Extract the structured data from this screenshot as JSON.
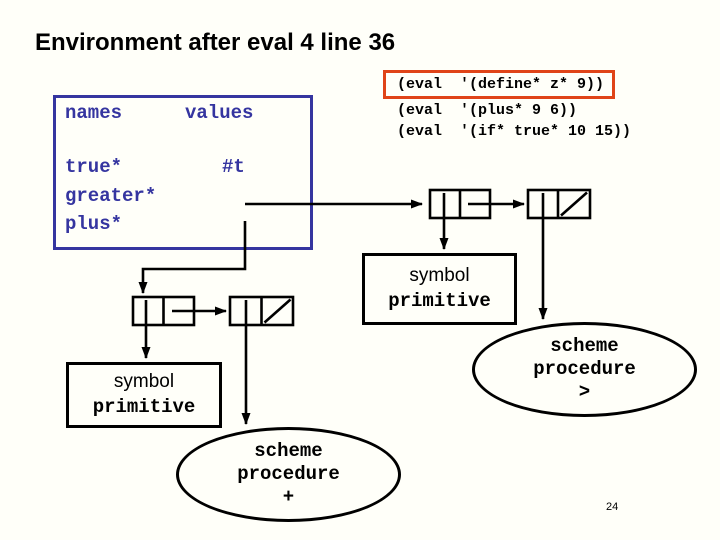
{
  "slide": {
    "title": "Environment after eval 4 line 36",
    "page_number": "24"
  },
  "code_panel": {
    "line1": "(eval  '(define* z* 9))",
    "line2": "(eval  '(plus* 9 6))",
    "line3": "(eval  '(if* true* 10 15))"
  },
  "env_table": {
    "header_names": "names",
    "header_values": "values",
    "rows": [
      {
        "name": "true*",
        "value": "#t"
      },
      {
        "name": "greater*",
        "value": ""
      },
      {
        "name": "plus*",
        "value": ""
      }
    ]
  },
  "symbol_box_right": {
    "line1": "symbol",
    "line2": "primitive"
  },
  "symbol_box_left": {
    "line1": "symbol",
    "line2": "primitive"
  },
  "ellipse_greater": {
    "line1": "scheme",
    "line2": "procedure",
    "line3": ">"
  },
  "ellipse_plus": {
    "line1": "scheme",
    "line2": "procedure",
    "line3": "+"
  },
  "colors": {
    "accent_blue": "#3535a0",
    "accent_orange": "#e04418",
    "ink": "#000000",
    "background": "#fffff9"
  }
}
